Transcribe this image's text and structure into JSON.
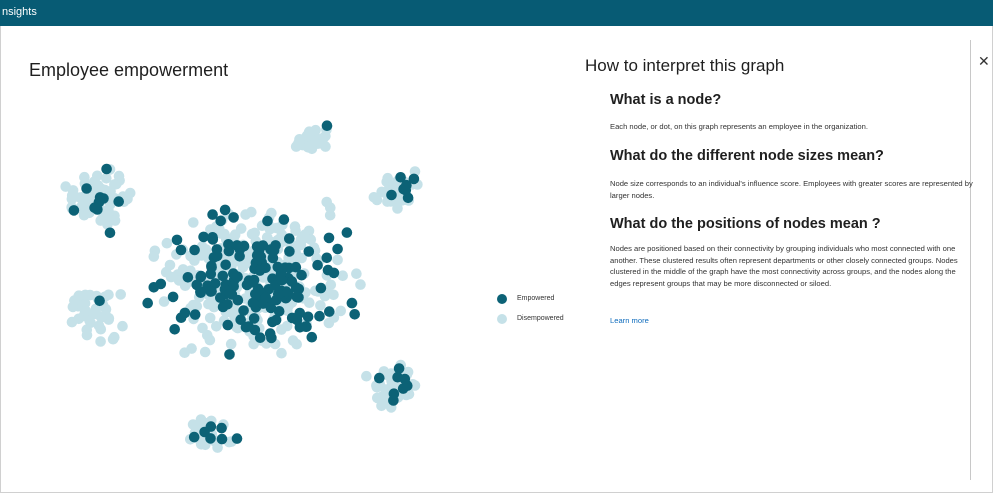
{
  "topbar": {
    "title": "nsights"
  },
  "left_panel": {
    "title": "Employee empowerment",
    "legend": [
      {
        "label": "Empowered",
        "color": "#0c6276"
      },
      {
        "label": "Disempowered",
        "color": "#c5e1e8"
      }
    ]
  },
  "right_panel": {
    "title": "How to interpret this graph",
    "sections": [
      {
        "heading": "What is a node?",
        "body": "Each node, or dot, on this graph represents an employee in the organization."
      },
      {
        "heading": "What do the different node sizes mean?",
        "body": "Node size corresponds to an individual's influence score. Employees with greater scores are represented by larger nodes."
      },
      {
        "heading": "What do the positions of nodes mean ?",
        "body": "Nodes are positioned based on their connectivity by grouping individuals who most connected with one another. These clustered results often represent departments or other closely connected groups. Nodes clustered in the middle of the graph have the most connectivity across groups, and the nodes along the edges represent groups that may be more disconnected or siloed."
      }
    ],
    "learn_more": "Learn more",
    "close_icon": "close-icon"
  },
  "colors": {
    "accent": "#075b74",
    "link": "#0f6cbd",
    "empowered": "#0c6276",
    "disempowered": "#c5e1e8"
  }
}
